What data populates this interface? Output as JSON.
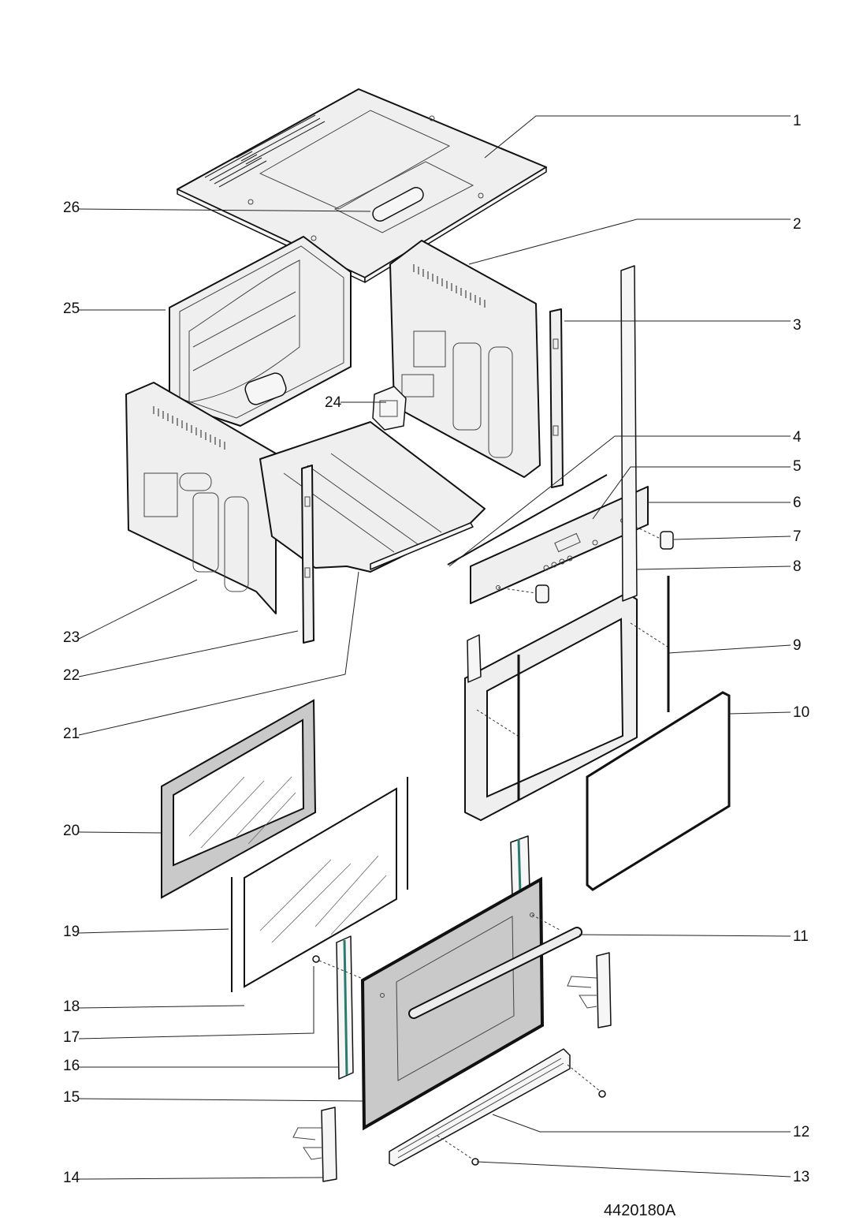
{
  "drawing_code": "4420180A",
  "callouts": [
    {
      "n": "1"
    },
    {
      "n": "2"
    },
    {
      "n": "3"
    },
    {
      "n": "4"
    },
    {
      "n": "5"
    },
    {
      "n": "6"
    },
    {
      "n": "7"
    },
    {
      "n": "8"
    },
    {
      "n": "9"
    },
    {
      "n": "10"
    },
    {
      "n": "11"
    },
    {
      "n": "12"
    },
    {
      "n": "13"
    },
    {
      "n": "14"
    },
    {
      "n": "15"
    },
    {
      "n": "16"
    },
    {
      "n": "17"
    },
    {
      "n": "18"
    },
    {
      "n": "19"
    },
    {
      "n": "20"
    },
    {
      "n": "21"
    },
    {
      "n": "22"
    },
    {
      "n": "23"
    },
    {
      "n": "24"
    },
    {
      "n": "25"
    },
    {
      "n": "26"
    }
  ]
}
